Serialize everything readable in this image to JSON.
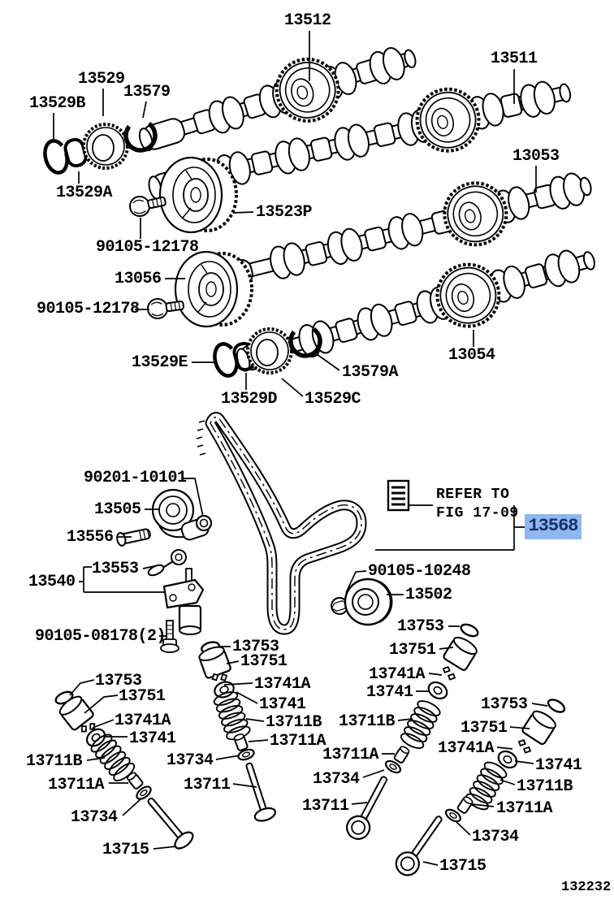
{
  "figure_code": "132232",
  "note": {
    "line1": "REFER TO",
    "line2": "FIG 17-09"
  },
  "highlight": {
    "part_number": "13568",
    "bg": "#8db7ee",
    "fg": "#1a2f6a"
  },
  "callouts": [
    {
      "text": "13512"
    },
    {
      "text": "13511"
    },
    {
      "text": "13529"
    },
    {
      "text": "13579"
    },
    {
      "text": "13529B"
    },
    {
      "text": "13053"
    },
    {
      "text": "13529A"
    },
    {
      "text": "13523P"
    },
    {
      "text": "90105-12178"
    },
    {
      "text": "13056"
    },
    {
      "text": "90105-12178"
    },
    {
      "text": "13054"
    },
    {
      "text": "13529E"
    },
    {
      "text": "13579A"
    },
    {
      "text": "13529D"
    },
    {
      "text": "13529C"
    },
    {
      "text": "90201-10101"
    },
    {
      "text": "13505"
    },
    {
      "text": "13556"
    },
    {
      "text": "13553"
    },
    {
      "text": "13540"
    },
    {
      "text": "90105-08178(2)"
    },
    {
      "text": "90105-10248"
    },
    {
      "text": "13502"
    },
    {
      "text": "13753"
    },
    {
      "text": "13751"
    },
    {
      "text": "13741A"
    },
    {
      "text": "13741"
    },
    {
      "text": "13753"
    },
    {
      "text": "13751"
    },
    {
      "text": "13741A"
    },
    {
      "text": "13741"
    },
    {
      "text": "13711B"
    },
    {
      "text": "13711B"
    },
    {
      "text": "13711A"
    },
    {
      "text": "13711A"
    },
    {
      "text": "13734"
    },
    {
      "text": "13711"
    },
    {
      "text": "13734"
    },
    {
      "text": "13715"
    },
    {
      "text": "13753"
    },
    {
      "text": "13751"
    },
    {
      "text": "13741A"
    },
    {
      "text": "13741"
    },
    {
      "text": "13711B"
    },
    {
      "text": "13711A"
    },
    {
      "text": "13734"
    },
    {
      "text": "13715"
    },
    {
      "text": "13753"
    },
    {
      "text": "13751"
    },
    {
      "text": "13741A"
    },
    {
      "text": "13741"
    },
    {
      "text": "13711B"
    },
    {
      "text": "13711A"
    },
    {
      "text": "13734"
    },
    {
      "text": "13711"
    }
  ]
}
